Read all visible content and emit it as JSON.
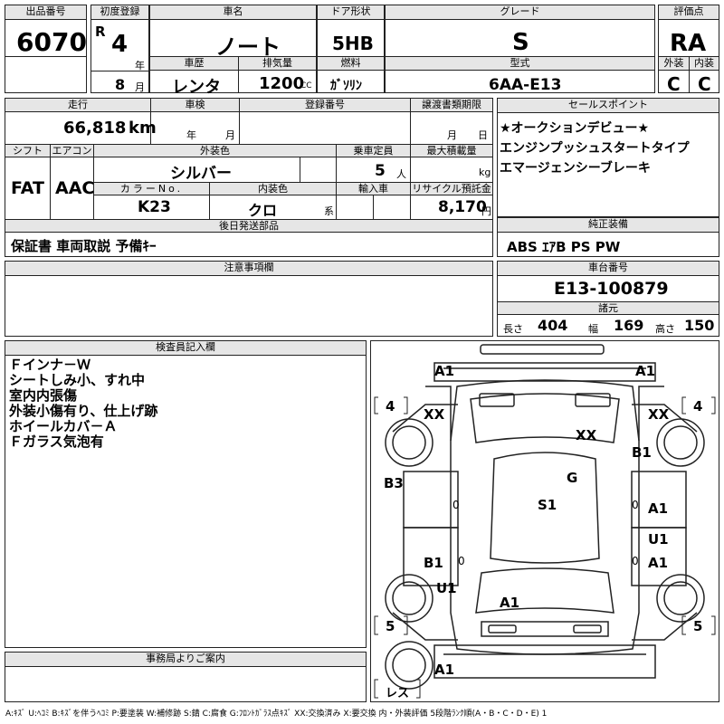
{
  "header": {
    "lot_no_label": "出品番号",
    "lot_no": "6070",
    "first_reg_label": "初度登録",
    "era": "R",
    "year": "4",
    "year_unit": "年",
    "month": "8",
    "month_unit": "月",
    "car_name_label": "車名",
    "car_name": "ノート",
    "history_label": "車歴",
    "history": "レンタ",
    "displacement_label": "排気量",
    "displacement": "1200",
    "displacement_unit": "CC",
    "door_label": "ドア形状",
    "door": "5HB",
    "fuel_label": "燃料",
    "fuel": "ｶﾞｿﾘﾝ",
    "grade_label": "グレード",
    "grade": "S",
    "model_label": "型式",
    "model": "6AA-E13",
    "score_label": "評価点",
    "score": "RA",
    "ext_label": "外装",
    "ext": "C",
    "int_label": "内装",
    "int": "C"
  },
  "row2": {
    "mileage_label": "走行",
    "mileage": "66,818",
    "mileage_unit": "km",
    "inspection_label": "車検",
    "ins_year_unit": "年",
    "ins_month_unit": "月",
    "reg_no_label": "登録番号",
    "transfer_label": "譲渡書類期限",
    "tr_month_unit": "月",
    "tr_day_unit": "日",
    "shift_label": "シフト",
    "shift": "FAT",
    "ac_label": "エアコン",
    "ac": "AAC",
    "color_label": "外装色",
    "color": "シルバー",
    "capacity_label": "乗車定員",
    "capacity": "5",
    "capacity_unit": "人",
    "load_label": "最大積載量",
    "load_unit": "kg",
    "color_no_label": "カラーNo.",
    "color_no": "K23",
    "int_color_label": "内装色",
    "int_color": "クロ",
    "int_color_unit": "系",
    "import_label": "輸入車",
    "recycle_label": "リサイクル預託金",
    "recycle": "8,170",
    "recycle_unit": "円",
    "later_label": "後日発送部品",
    "later": "保証書 車両取説 予備ｷｰ"
  },
  "sales_point": {
    "label": "セールスポイント",
    "lines": [
      "★オークションデビュー★",
      "エンジンプッシュスタートタイプ",
      "エマージェンシーブレーキ"
    ]
  },
  "equipment": {
    "label": "純正装備",
    "value": "ABS ｴｱB PS PW"
  },
  "notes": {
    "label": "注意事項欄"
  },
  "chassis": {
    "label": "車台番号",
    "value": "E13-100879",
    "spec_label": "諸元",
    "length_label": "長さ",
    "length": "404",
    "width_label": "幅",
    "width": "169",
    "height_label": "高さ",
    "height": "150"
  },
  "inspector": {
    "label": "検査員記入欄",
    "lines": [
      "Ｆインナ－Ｗ",
      "シートしみ小、すれ中",
      "室内内張傷",
      "外装小傷有り、仕上げ跡",
      "ホイールカバ－Ａ",
      "Ｆガラス気泡有"
    ]
  },
  "office": {
    "label": "事務局よりご案内"
  },
  "diagram": {
    "marks": {
      "a1_fl": "A1",
      "a1_fr": "A1",
      "xx_l": "XX",
      "xx_r": "XX",
      "xx_roof": "XX",
      "b1_r": "B1",
      "g": "G",
      "b3": "B3",
      "s1": "S1",
      "a1_r1": "A1",
      "u1_r": "U1",
      "a1_r2": "A1",
      "b1_l": "B1",
      "u1_l": "U1",
      "a1_rear": "A1",
      "a1_bottom": "A1"
    },
    "tread_fl": "4",
    "tread_fr": "4",
    "tread_rl": "5",
    "tread_rr": "5",
    "zero_l1": "0",
    "zero_r1": "0",
    "zero_l2": "0",
    "zero_r2": "0",
    "spare": "レス"
  },
  "legend": "A:ｷｽﾞ U:ﾍｺﾐ B:ｷｽﾞを伴うﾍｺﾐ P:要塗装 W:補修跡 S:錆 C:腐食 G:ﾌﾛﾝﾄｶﾞﾗｽ点ｷｽﾞ XX:交換済み X:要交換 内・外装評価 5段階ﾗﾝｸ順(A・B・C・D・E) 1"
}
